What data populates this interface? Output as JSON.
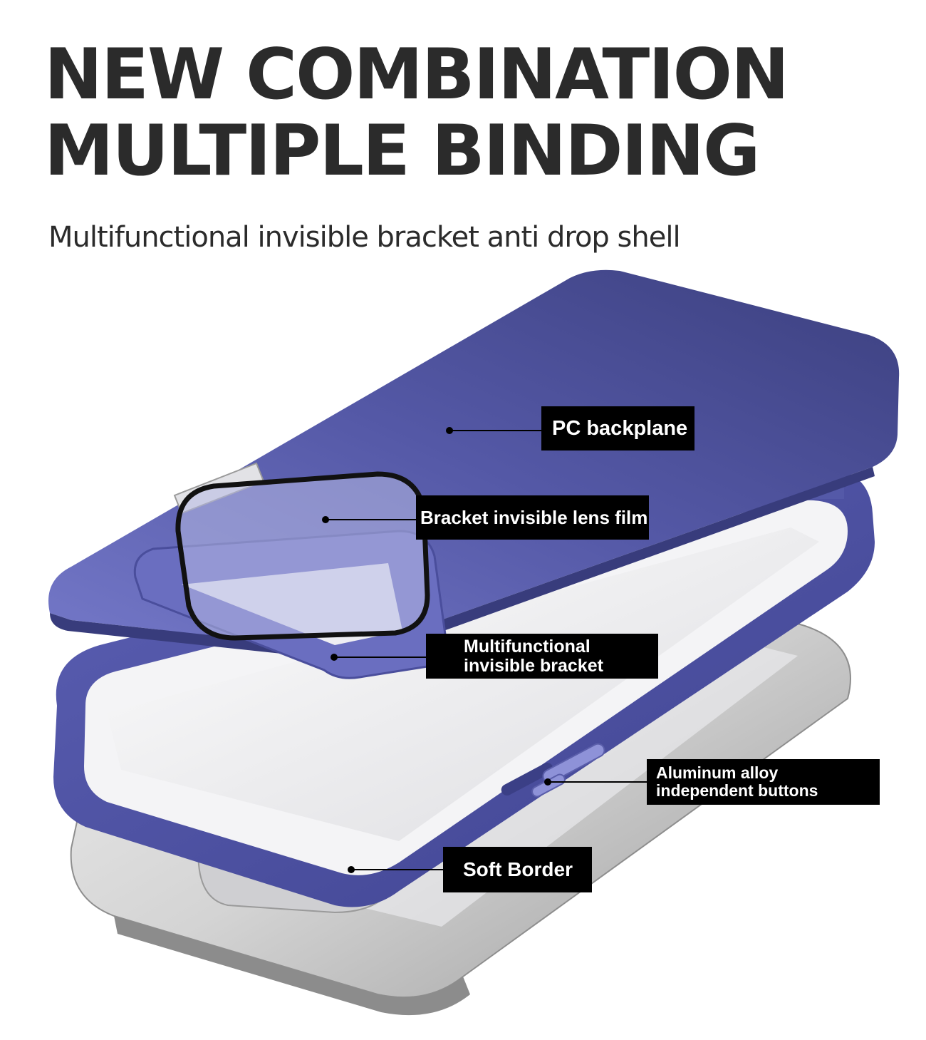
{
  "headline": {
    "line1": "NEW COMBINATION",
    "line2": "MULTIPLE BINDING"
  },
  "subtitle": "Multifunctional invisible bracket anti drop shell",
  "callouts": {
    "pc_backplane": "PC backplane",
    "lens_film": "Bracket invisible lens film",
    "bracket_line1": "Multifunctional",
    "bracket_line2": "invisible bracket",
    "buttons_line1": "Aluminum alloy",
    "buttons_line2": "independent buttons",
    "soft_border": "Soft Border"
  },
  "colors": {
    "case_blue": "#4a4f9e",
    "case_blue_light": "#6f73c4",
    "callout_bg": "#000000",
    "callout_text": "#ffffff",
    "headline_text": "#2b2b2b"
  }
}
